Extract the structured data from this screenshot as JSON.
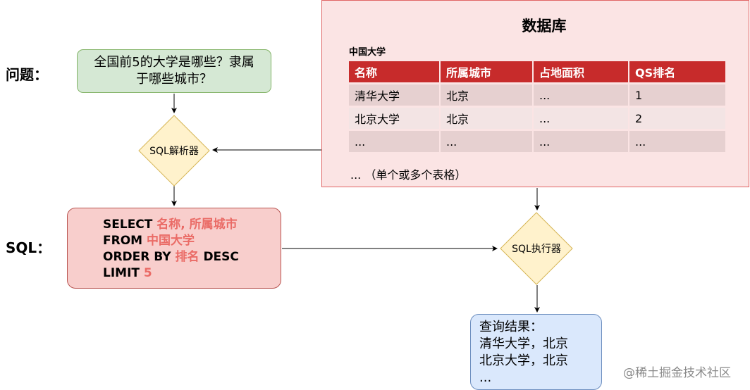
{
  "labels": {
    "question": "问题：",
    "sql": "SQL："
  },
  "question_box": {
    "line1": "全国前5的大学是哪些？隶属",
    "line2": "于哪些城市？"
  },
  "parser": {
    "label": "SQL解析器"
  },
  "sql_box": {
    "line1_kw": "SELECT ",
    "line1_hl": "名称, 所属城市",
    "line2_kw": "FROM ",
    "line2_hl": "中国大学",
    "line3_kw1": "ORDER BY ",
    "line3_hl": "排名",
    "line3_kw2": " DESC",
    "line4_kw": "LIMIT ",
    "line4_hl": "5"
  },
  "database": {
    "title": "数据库",
    "table_name": "中国大学",
    "columns": [
      "名称",
      "所属城市",
      "占地面积",
      "QS排名"
    ],
    "rows": [
      [
        "清华大学",
        "北京",
        "...",
        "1"
      ],
      [
        "北京大学",
        "北京",
        "...",
        "2"
      ],
      [
        "...",
        "...",
        "...",
        "..."
      ]
    ],
    "note": "... （单个或多个表格）"
  },
  "executor": {
    "label": "SQL执行器"
  },
  "result_box": {
    "line1": "查询结果：",
    "line2": "清华大学，北京",
    "line3": "北京大学，北京",
    "line4": "..."
  },
  "watermark": "@稀土掘金技术社区",
  "colors": {
    "question_fill": "#d5e8d4",
    "question_stroke": "#82b366",
    "diamond_fill": "#fff2cc",
    "diamond_stroke": "#d6b656",
    "sql_fill": "#f8cecc",
    "sql_stroke": "#b85450",
    "sql_highlight": "#ea6b66",
    "db_fill": "#fbe4e4",
    "db_stroke": "#e06666",
    "table_header": "#c72b2b",
    "result_fill": "#dae8fc",
    "result_stroke": "#6c8ebf"
  }
}
